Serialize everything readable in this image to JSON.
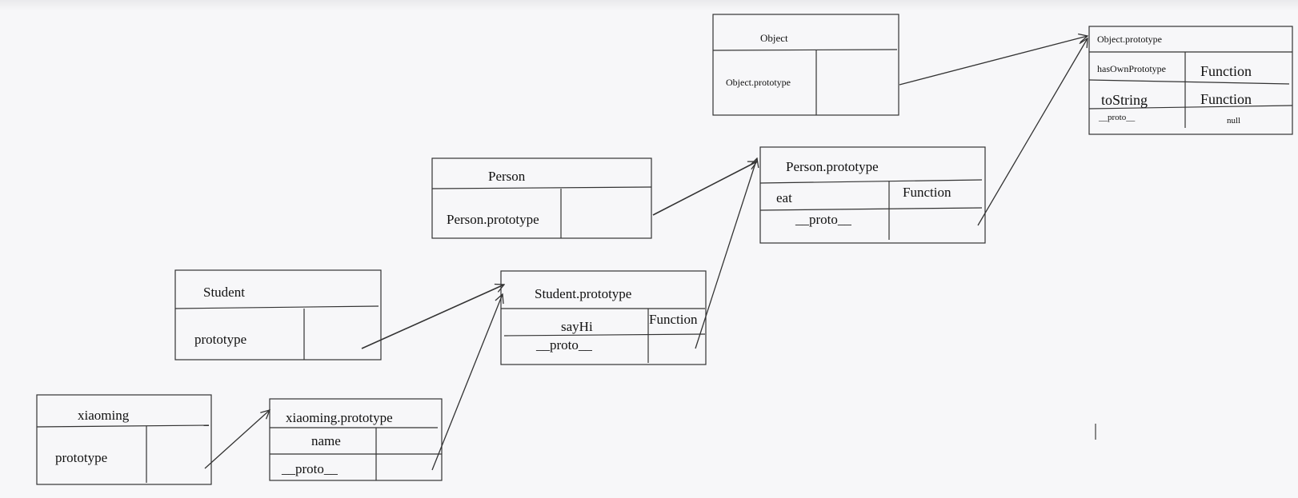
{
  "boxes": {
    "object": {
      "title": "Object",
      "key": "Object.prototype"
    },
    "object_prototype": {
      "title": "Object.prototype",
      "rows": [
        {
          "key": "hasOwnPrototype",
          "value": "Function"
        },
        {
          "key": "toString",
          "value": "Function"
        },
        {
          "key": "__proto__",
          "value": "null"
        }
      ]
    },
    "person": {
      "title": "Person",
      "key": "Person.prototype"
    },
    "person_prototype": {
      "title": "Person.prototype",
      "rows": [
        {
          "key": "eat",
          "value": "Function"
        },
        {
          "key": "__proto__",
          "value": ""
        }
      ]
    },
    "student": {
      "title": "Student",
      "key": "prototype"
    },
    "student_prototype": {
      "title": "Student.prototype",
      "rows": [
        {
          "key": "sayHi",
          "value": "Function"
        },
        {
          "key": "__proto__",
          "value": ""
        }
      ]
    },
    "xiaoming": {
      "title": "xiaoming",
      "key": "prototype"
    },
    "xiaoming_prototype": {
      "title": "xiaoming.prototype",
      "rows": [
        {
          "key": "name",
          "value": ""
        },
        {
          "key": "__proto__",
          "value": ""
        }
      ]
    }
  }
}
